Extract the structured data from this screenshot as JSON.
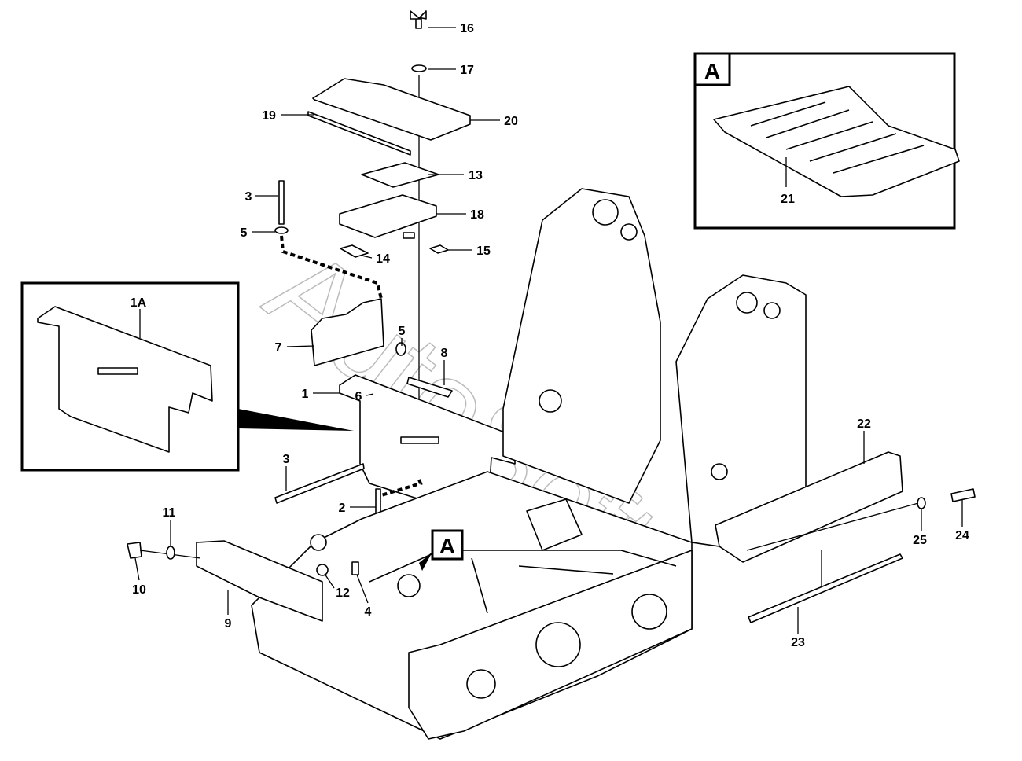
{
  "watermark": "AutoSoft",
  "detail_box": {
    "label": "A",
    "part": "21"
  },
  "inset_box": {
    "label": "1A"
  },
  "callout_a": "A",
  "labels": [
    "16",
    "17",
    "19",
    "20",
    "13",
    "3",
    "18",
    "5",
    "14",
    "15",
    "7",
    "5",
    "8",
    "1",
    "6",
    "3",
    "2",
    "11",
    "10",
    "12",
    "4",
    "9",
    "22",
    "25",
    "24",
    "23"
  ]
}
